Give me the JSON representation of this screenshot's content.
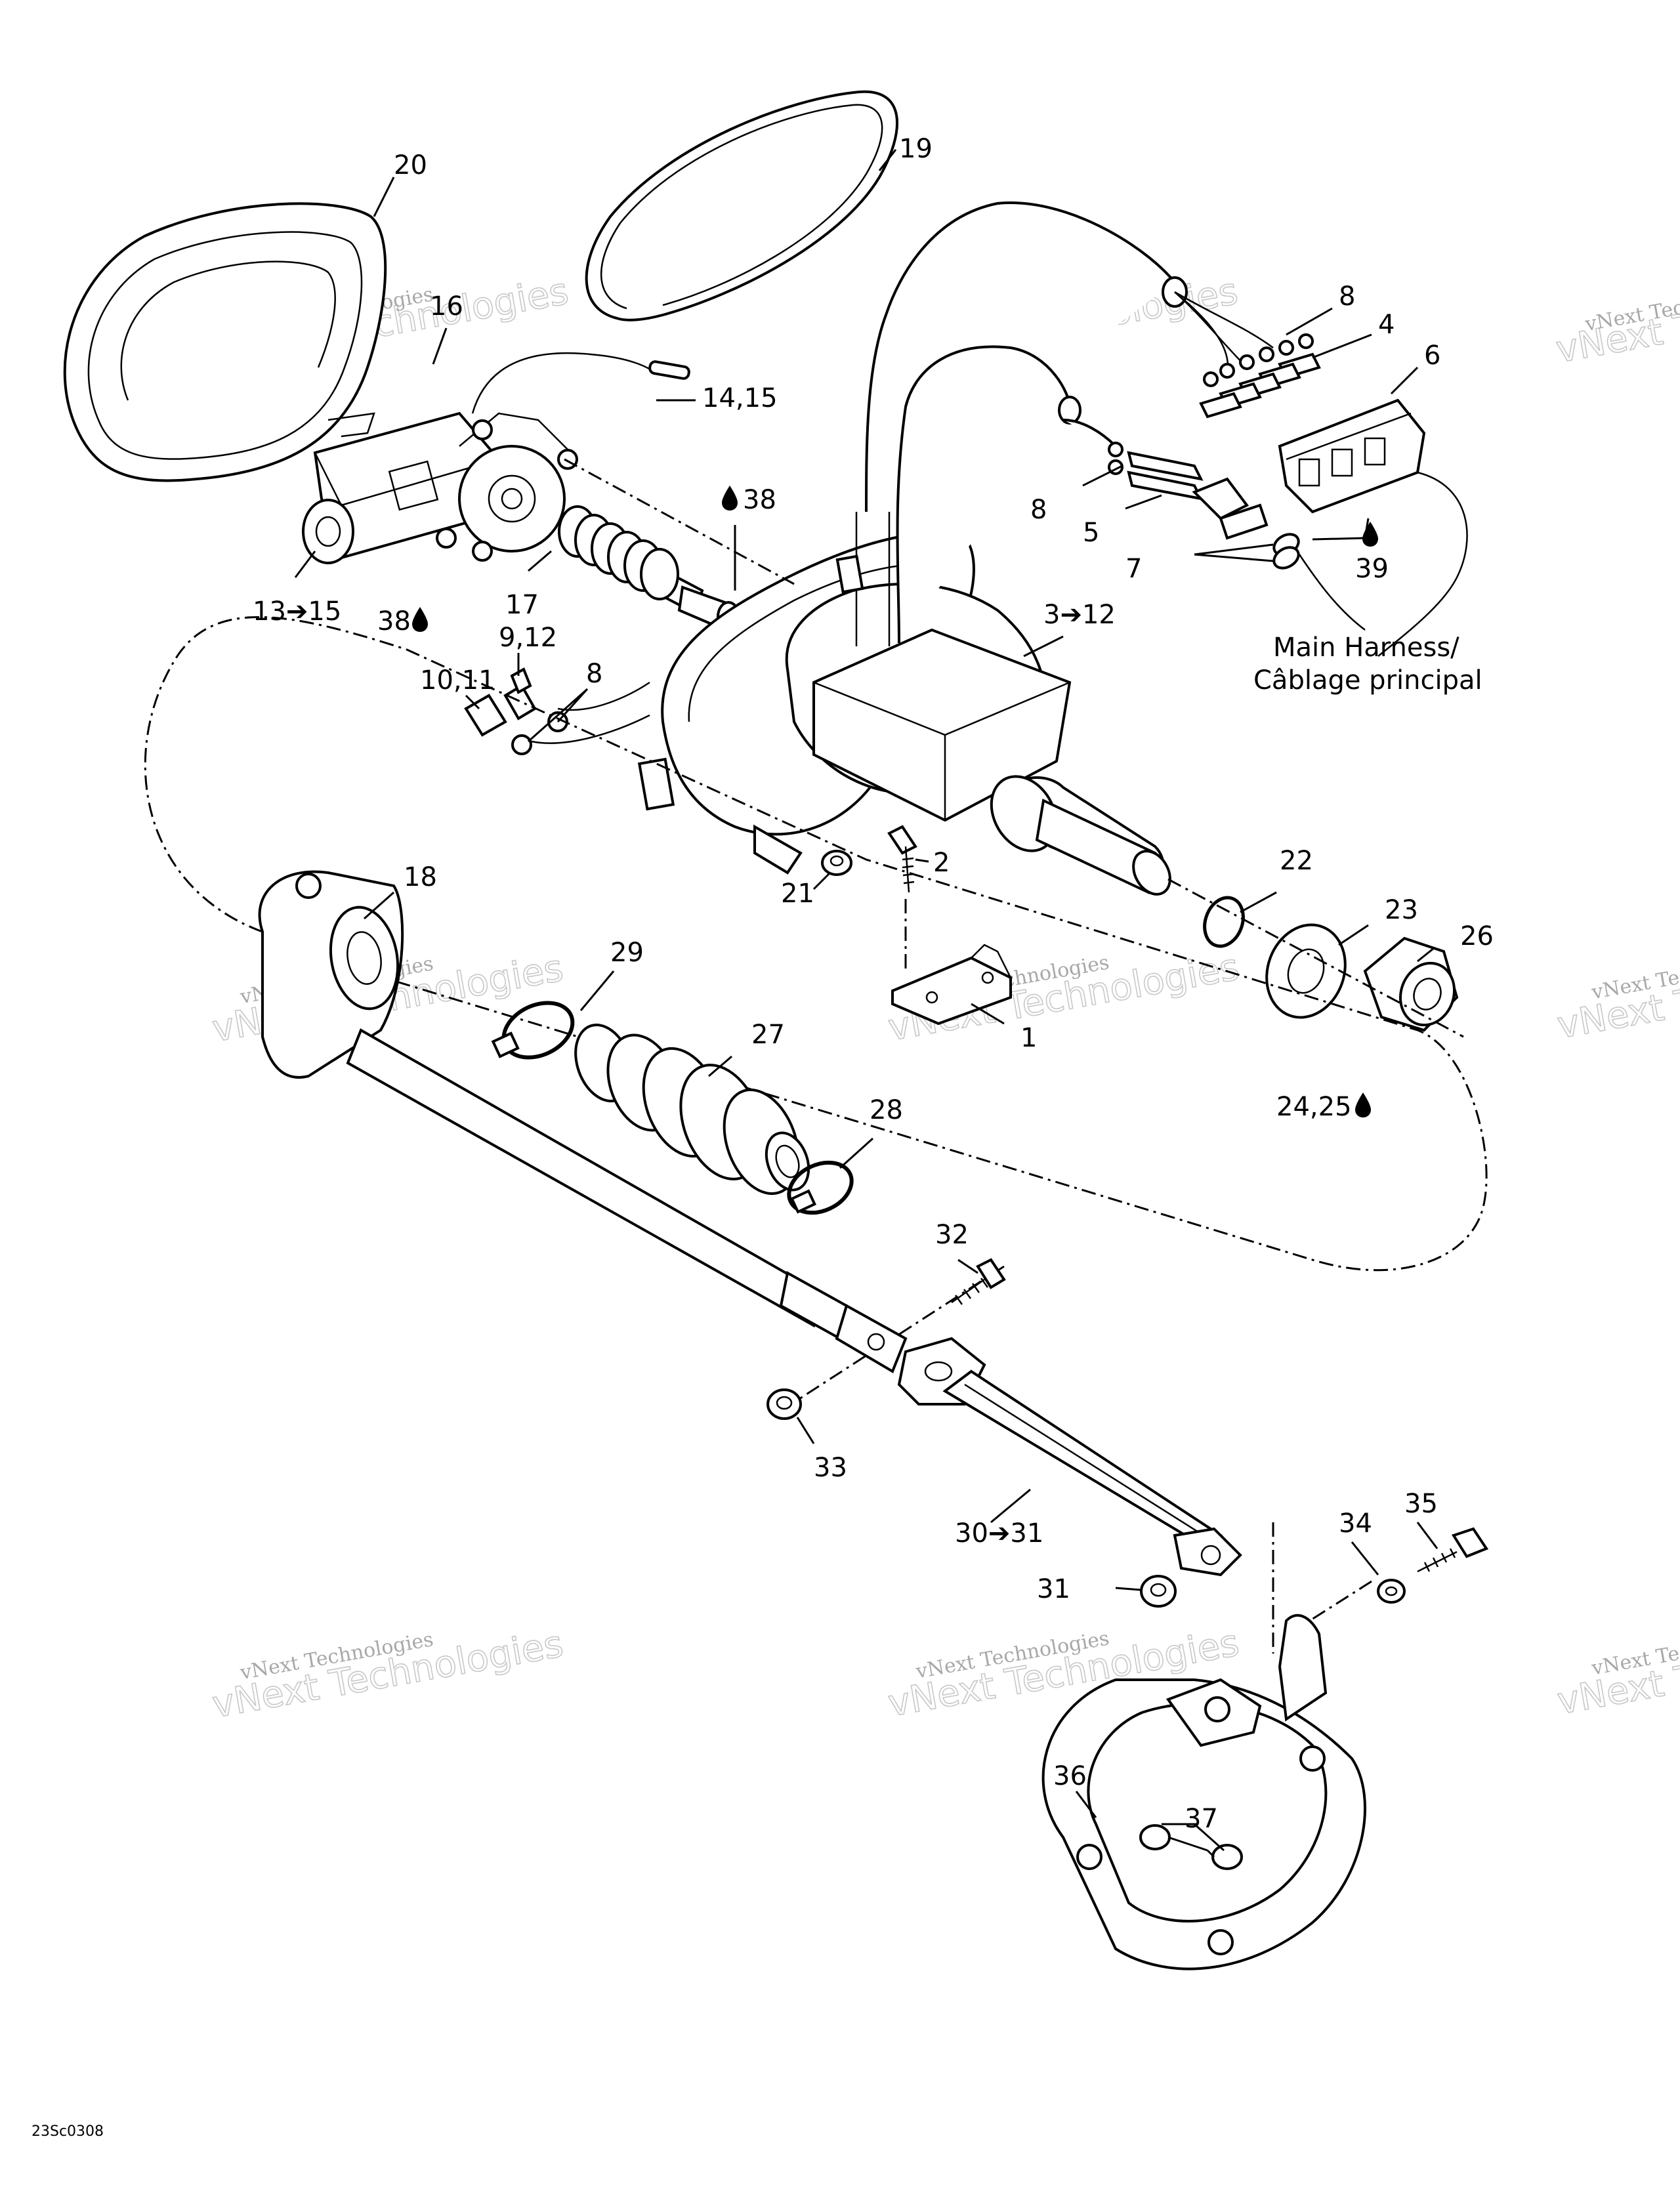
{
  "labels": {
    "l20": "20",
    "l16": "16",
    "l19": "19",
    "l8a": "8",
    "l4": "4",
    "l6": "6",
    "l1415": "14,15",
    "l38a": "38",
    "l8b": "8",
    "l5": "5",
    "l7": "7",
    "l39": "39",
    "l1315": "13➔15",
    "l38b": "38",
    "l17": "17",
    "l312": "3➔12",
    "l912": "9,12",
    "l1011": "10,11",
    "l8c": "8",
    "l2": "2",
    "l21": "21",
    "l22": "22",
    "l23": "23",
    "l26": "26",
    "l18": "18",
    "l29": "29",
    "l27": "27",
    "l1": "1",
    "l2425": "24,25",
    "l28": "28",
    "l32": "32",
    "l33": "33",
    "l3031": "30➔31",
    "l34": "34",
    "l35": "35",
    "l31": "31",
    "l36": "36",
    "l37": "37"
  },
  "harness": {
    "line1": "Main Harness/",
    "line2": "Câblage principal"
  },
  "watermark": {
    "company": "vNext Technologies",
    "outline": "vNext Technologies"
  },
  "drawing_code": "23Sc0308",
  "icons": {
    "lubricant": "oil-drop-icon"
  }
}
